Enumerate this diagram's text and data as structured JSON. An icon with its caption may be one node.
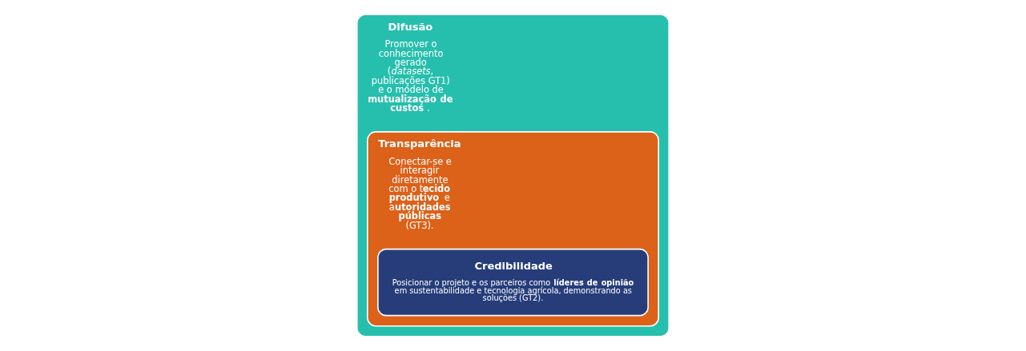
{
  "diagram": {
    "nodes": [
      {
        "text": [
          "Difusão",
          "Promover o conhecimento gerado (*datasets*, publicações GT1) e o modelo de **mutualização de custos**."
        ]
      },
      {
        "text": [
          "Transparência",
          "Conectar-se e interagir diretamente com o t**ecido produtivo** e a**utoridades públicas** (GT3)."
        ],
        "in": 0
      },
      {
        "text": [
          "Credibilidade",
          "Posicionar o projeto e os parceiros como **líderes de opinião** em sustentabilidade e tecnologia agrícola, demonstrando as soluções (GT2)."
        ],
        "in": 1
      }
    ],
    "edges": []
  }
}
